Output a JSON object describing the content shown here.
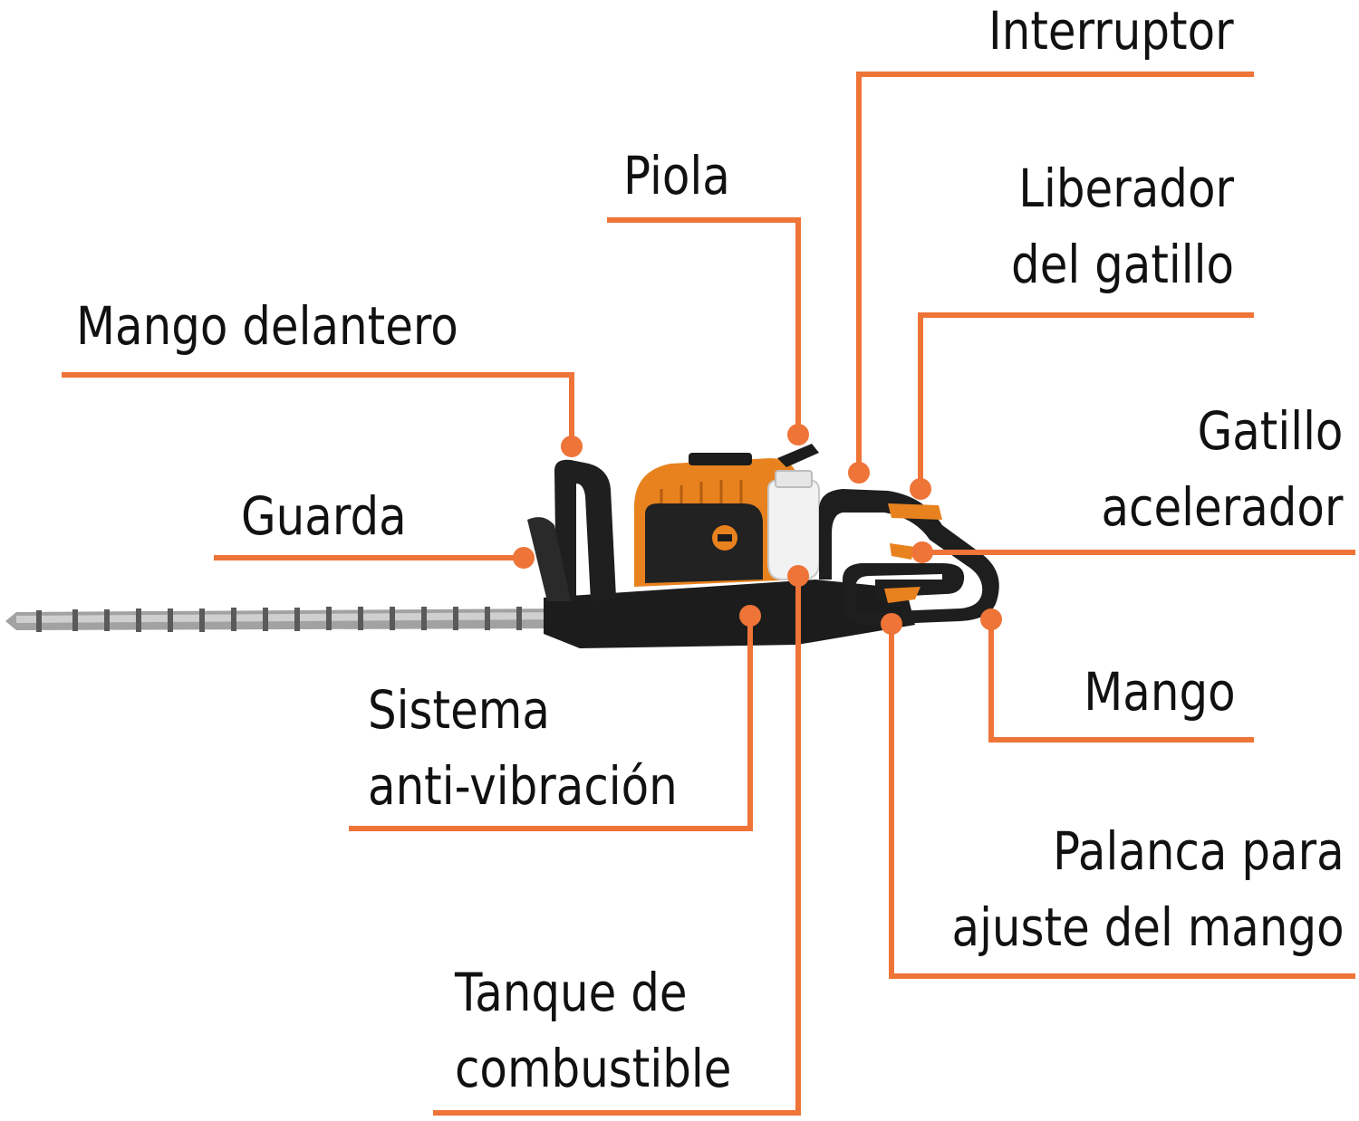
{
  "colors": {
    "leader": "#ee7437",
    "text": "#111111",
    "housing_orange": "#e8821e",
    "body_black": "#1c1c1c",
    "blade_metal": "#9a9a9a",
    "tank_white": "#f2f2f2"
  },
  "labels": {
    "interruptor": [
      "Interruptor"
    ],
    "piola": [
      "Piola"
    ],
    "liberador": [
      "Liberador",
      "del gatillo"
    ],
    "mango_delantero": [
      "Mango delantero"
    ],
    "gatillo": [
      "Gatillo",
      "acelerador"
    ],
    "guarda": [
      "Guarda"
    ],
    "sistema": [
      "Sistema",
      "anti-vibración"
    ],
    "mango": [
      "Mango"
    ],
    "palanca": [
      "Palanca para",
      "ajuste del mango"
    ],
    "tanque": [
      "Tanque de",
      "combustible"
    ]
  },
  "icons": {
    "tool": "hedge-trimmer-illustration"
  }
}
